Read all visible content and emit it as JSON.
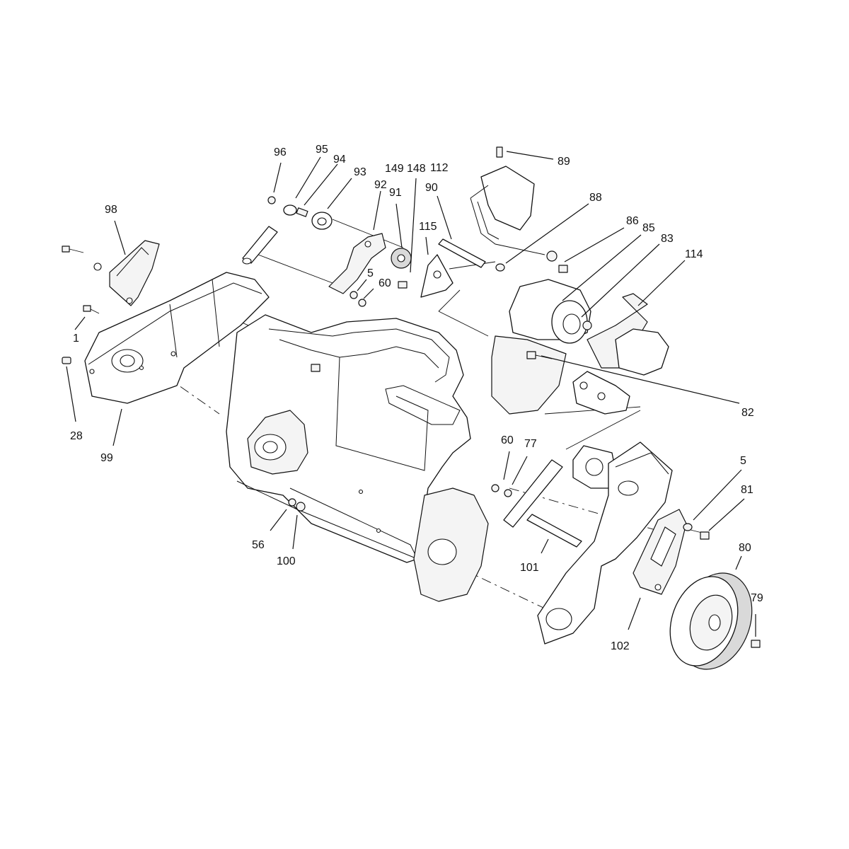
{
  "callouts": [
    {
      "id": "c96",
      "label": "96"
    },
    {
      "id": "c95",
      "label": "95"
    },
    {
      "id": "c94",
      "label": "94"
    },
    {
      "id": "c93",
      "label": "93"
    },
    {
      "id": "c92",
      "label": "92"
    },
    {
      "id": "c91",
      "label": "91"
    },
    {
      "id": "c149",
      "label": "149"
    },
    {
      "id": "c148",
      "label": "148"
    },
    {
      "id": "c112",
      "label": "112"
    },
    {
      "id": "c90",
      "label": "90"
    },
    {
      "id": "c115",
      "label": "115"
    },
    {
      "id": "c89",
      "label": "89"
    },
    {
      "id": "c88",
      "label": "88"
    },
    {
      "id": "c86",
      "label": "86"
    },
    {
      "id": "c85",
      "label": "85"
    },
    {
      "id": "c83",
      "label": "83"
    },
    {
      "id": "c114",
      "label": "114"
    },
    {
      "id": "c98",
      "label": "98"
    },
    {
      "id": "c5a",
      "label": "5"
    },
    {
      "id": "c60a",
      "label": "60"
    },
    {
      "id": "c1",
      "label": "1"
    },
    {
      "id": "c28",
      "label": "28"
    },
    {
      "id": "c99",
      "label": "99"
    },
    {
      "id": "c82",
      "label": "82"
    },
    {
      "id": "c60b",
      "label": "60"
    },
    {
      "id": "c77",
      "label": "77"
    },
    {
      "id": "c5b",
      "label": "5"
    },
    {
      "id": "c81",
      "label": "81"
    },
    {
      "id": "c56",
      "label": "56"
    },
    {
      "id": "c100",
      "label": "100"
    },
    {
      "id": "c101",
      "label": "101"
    },
    {
      "id": "c80",
      "label": "80"
    },
    {
      "id": "c79",
      "label": "79"
    },
    {
      "id": "c102",
      "label": "102"
    }
  ]
}
